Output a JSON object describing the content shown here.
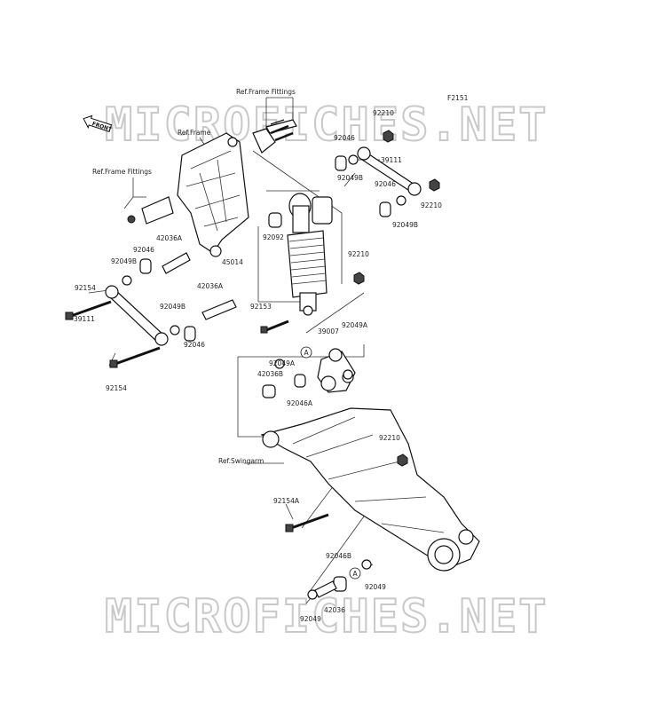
{
  "diagram_code": "F2151",
  "watermark_text": "MICROFICHES.NET",
  "front_label": "FRONT",
  "refs": {
    "frame_fittings_top": "Ref.Frame Fittings",
    "frame": "Ref.Frame",
    "frame_fittings_left": "Ref.Frame Fittings",
    "swingarm": "Ref.Swingarm"
  },
  "callouts": {
    "c1": "A",
    "c2": "A"
  },
  "parts": [
    {
      "id": "p92210a",
      "label": "92210"
    },
    {
      "id": "p92046a",
      "label": "92046"
    },
    {
      "id": "p39111a",
      "label": "39111"
    },
    {
      "id": "p92049Ba",
      "label": "92049B"
    },
    {
      "id": "p92046b",
      "label": "92046"
    },
    {
      "id": "p92210b",
      "label": "92210"
    },
    {
      "id": "p92049Bb",
      "label": "92049B"
    },
    {
      "id": "p92092",
      "label": "92092"
    },
    {
      "id": "p42036Aa",
      "label": "42036A"
    },
    {
      "id": "p92046c",
      "label": "92046"
    },
    {
      "id": "p92049Bc",
      "label": "92049B"
    },
    {
      "id": "p45014",
      "label": "45014"
    },
    {
      "id": "p92210c",
      "label": "92210"
    },
    {
      "id": "p92154a",
      "label": "92154"
    },
    {
      "id": "p42036Ab",
      "label": "42036A"
    },
    {
      "id": "p39111b",
      "label": "39111"
    },
    {
      "id": "p92049Bd",
      "label": "92049B"
    },
    {
      "id": "p92153",
      "label": "92153"
    },
    {
      "id": "p92046d",
      "label": "92046"
    },
    {
      "id": "p39007",
      "label": "39007"
    },
    {
      "id": "p92049Aa",
      "label": "92049A"
    },
    {
      "id": "p92049Ab",
      "label": "92049A"
    },
    {
      "id": "p42036B",
      "label": "42036B"
    },
    {
      "id": "p92046A",
      "label": "92046A"
    },
    {
      "id": "p92154b",
      "label": "92154"
    },
    {
      "id": "p92210d",
      "label": "92210"
    },
    {
      "id": "p92154A",
      "label": "92154A"
    },
    {
      "id": "p92046B",
      "label": "92046B"
    },
    {
      "id": "p92049a",
      "label": "92049"
    },
    {
      "id": "p42036",
      "label": "42036"
    },
    {
      "id": "p92049b",
      "label": "92049"
    }
  ]
}
